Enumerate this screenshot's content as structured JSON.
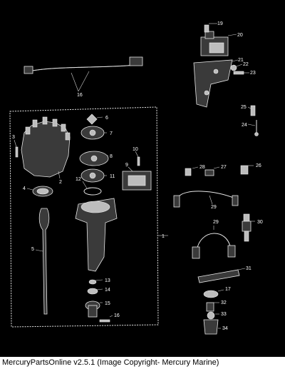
{
  "footer": {
    "copyright": "MercuryPartsOnline v2.5.1 (Image Copyright- Mercury Marine)"
  },
  "callouts": [
    "1",
    "2",
    "3",
    "4",
    "5",
    "6",
    "7",
    "8",
    "9",
    "10",
    "11",
    "12",
    "13",
    "14",
    "15",
    "16",
    "16",
    "17",
    "19",
    "20",
    "21",
    "22",
    "23",
    "24",
    "25",
    "26",
    "27",
    "28",
    "29",
    "29",
    "30",
    "31",
    "32",
    "33",
    "34"
  ],
  "colors": {
    "background": "#000000",
    "line": "#e6e6e6",
    "footer_bg": "#ffffff"
  }
}
